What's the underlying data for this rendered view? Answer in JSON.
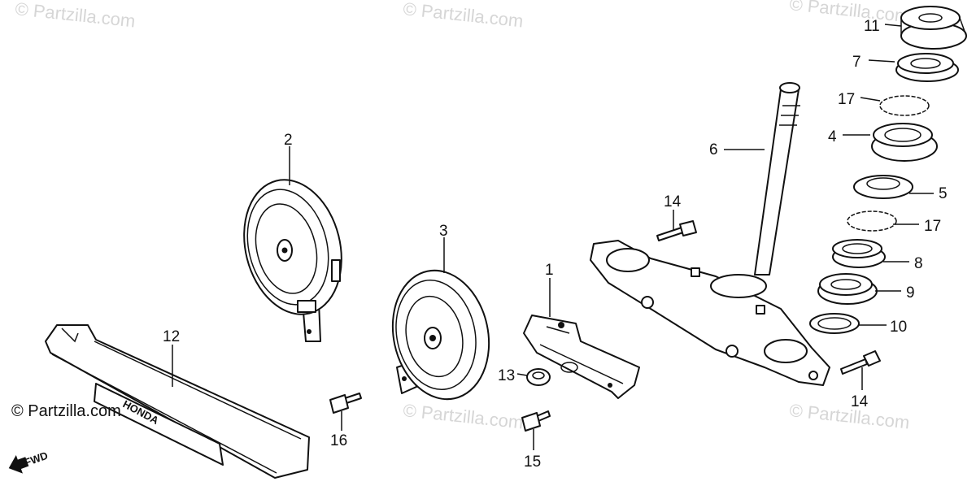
{
  "watermark_text": "© Partzilla.com",
  "brand_text": "© Partzilla.com",
  "fwd_label": "FWD",
  "emblem_text": "HONDA",
  "callouts": {
    "horn_large": "2",
    "horn_small": "3",
    "bracket": "1",
    "bottom_cover": "12",
    "stem": "6",
    "nut_top": "11",
    "race_top": "7",
    "balls_upper": "17",
    "cone_upper": "4",
    "cone_lower": "5",
    "balls_lower": "17",
    "race_lower": "8",
    "seal": "9",
    "washer": "10",
    "bolt_left": "14",
    "bolt_right": "14",
    "nut_13": "13",
    "bolt_15": "15",
    "bolt_16": "16"
  }
}
